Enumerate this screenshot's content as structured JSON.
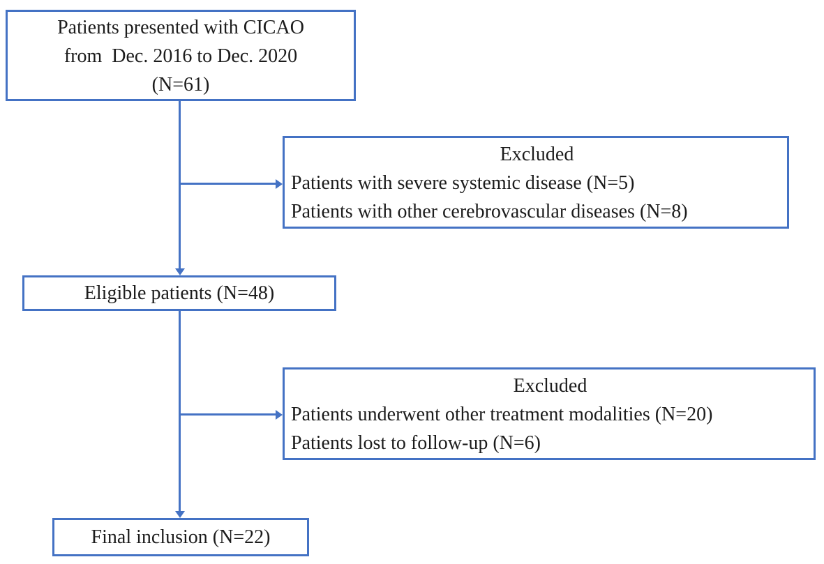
{
  "flowchart": {
    "description": "Patient inclusion/exclusion flow diagram",
    "colors": {
      "box_border": "#4472C4",
      "arrow": "#4472C4",
      "text": "#1c1c1c",
      "background": "#ffffff"
    },
    "boxes": {
      "start": {
        "lines": [
          "Patients presented with CICAO",
          "from  Dec. 2016 to Dec. 2020",
          "(N=61)"
        ]
      },
      "excluded1": {
        "title": "Excluded",
        "items": [
          "Patients with severe systemic disease (N=5)",
          "Patients with other cerebrovascular diseases (N=8)"
        ]
      },
      "eligible": {
        "label": "Eligible patients (N=48)"
      },
      "excluded2": {
        "title": "Excluded",
        "items": [
          "Patients underwent other treatment modalities (N=20)",
          "Patients lost to follow-up (N=6)"
        ]
      },
      "final": {
        "label": "Final inclusion (N=22)"
      }
    }
  }
}
